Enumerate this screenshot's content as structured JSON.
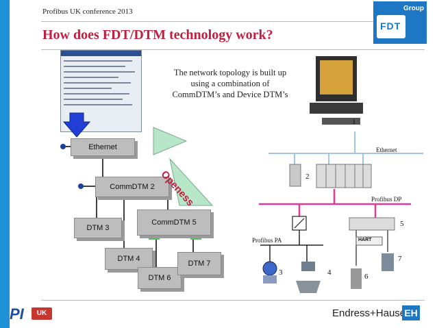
{
  "header": {
    "conference": "Profibus UK conference 2013",
    "title": "How does FDT/DTM technology work?"
  },
  "logo": {
    "group": "Group",
    "brand": "FDT"
  },
  "caption": {
    "line1": "The network topology is built up",
    "line2": "using a combination of",
    "line3": "CommDTM’s and Device DTM’s"
  },
  "dtm_boxes": {
    "ethernet": "Ethernet",
    "commdtm2": "CommDTM 2",
    "commdtm5": "CommDTM 5",
    "dtm3": "DTM 3",
    "dtm4": "DTM 4",
    "dtm6": "DTM 6",
    "dtm7": "DTM 7"
  },
  "openess": "Openess",
  "network": {
    "ethernet": "Ethernet",
    "profibus_dp": "Profibus DP",
    "profibus_pa": "Profibus PA",
    "n1": "1",
    "n2": "2",
    "n3": "3",
    "n4": "4",
    "n5": "5",
    "n6": "6",
    "n7": "7",
    "hart": "HART"
  },
  "footer": {
    "pi": "PI",
    "uk": "UK",
    "eh": "Endress+Hauser",
    "eh_logo": "EH"
  },
  "colors": {
    "title": "#c0203f",
    "accent_bar": "#1e90d6",
    "profibus_dp": "#e0399b",
    "ethernet": "#9fc6e8",
    "triangle": "#b7e6c8"
  }
}
